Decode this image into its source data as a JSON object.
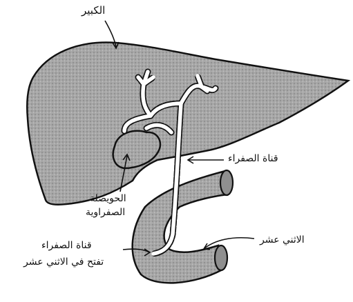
{
  "labels": {
    "liver": "الكبير",
    "bile_duct": "قناة الصفراء",
    "gallbladder_line1": "الحويصلة",
    "gallbladder_line2": "الصفراوية",
    "bile_opening_line1": "قناة الصفراء",
    "bile_opening_line2": "تفتح في الاثني عشر",
    "duodenum": "الاثني عشر"
  },
  "colors": {
    "organ_fill": "#a7a7a7",
    "duct_fill": "#ffffff",
    "ink": "#111111"
  }
}
